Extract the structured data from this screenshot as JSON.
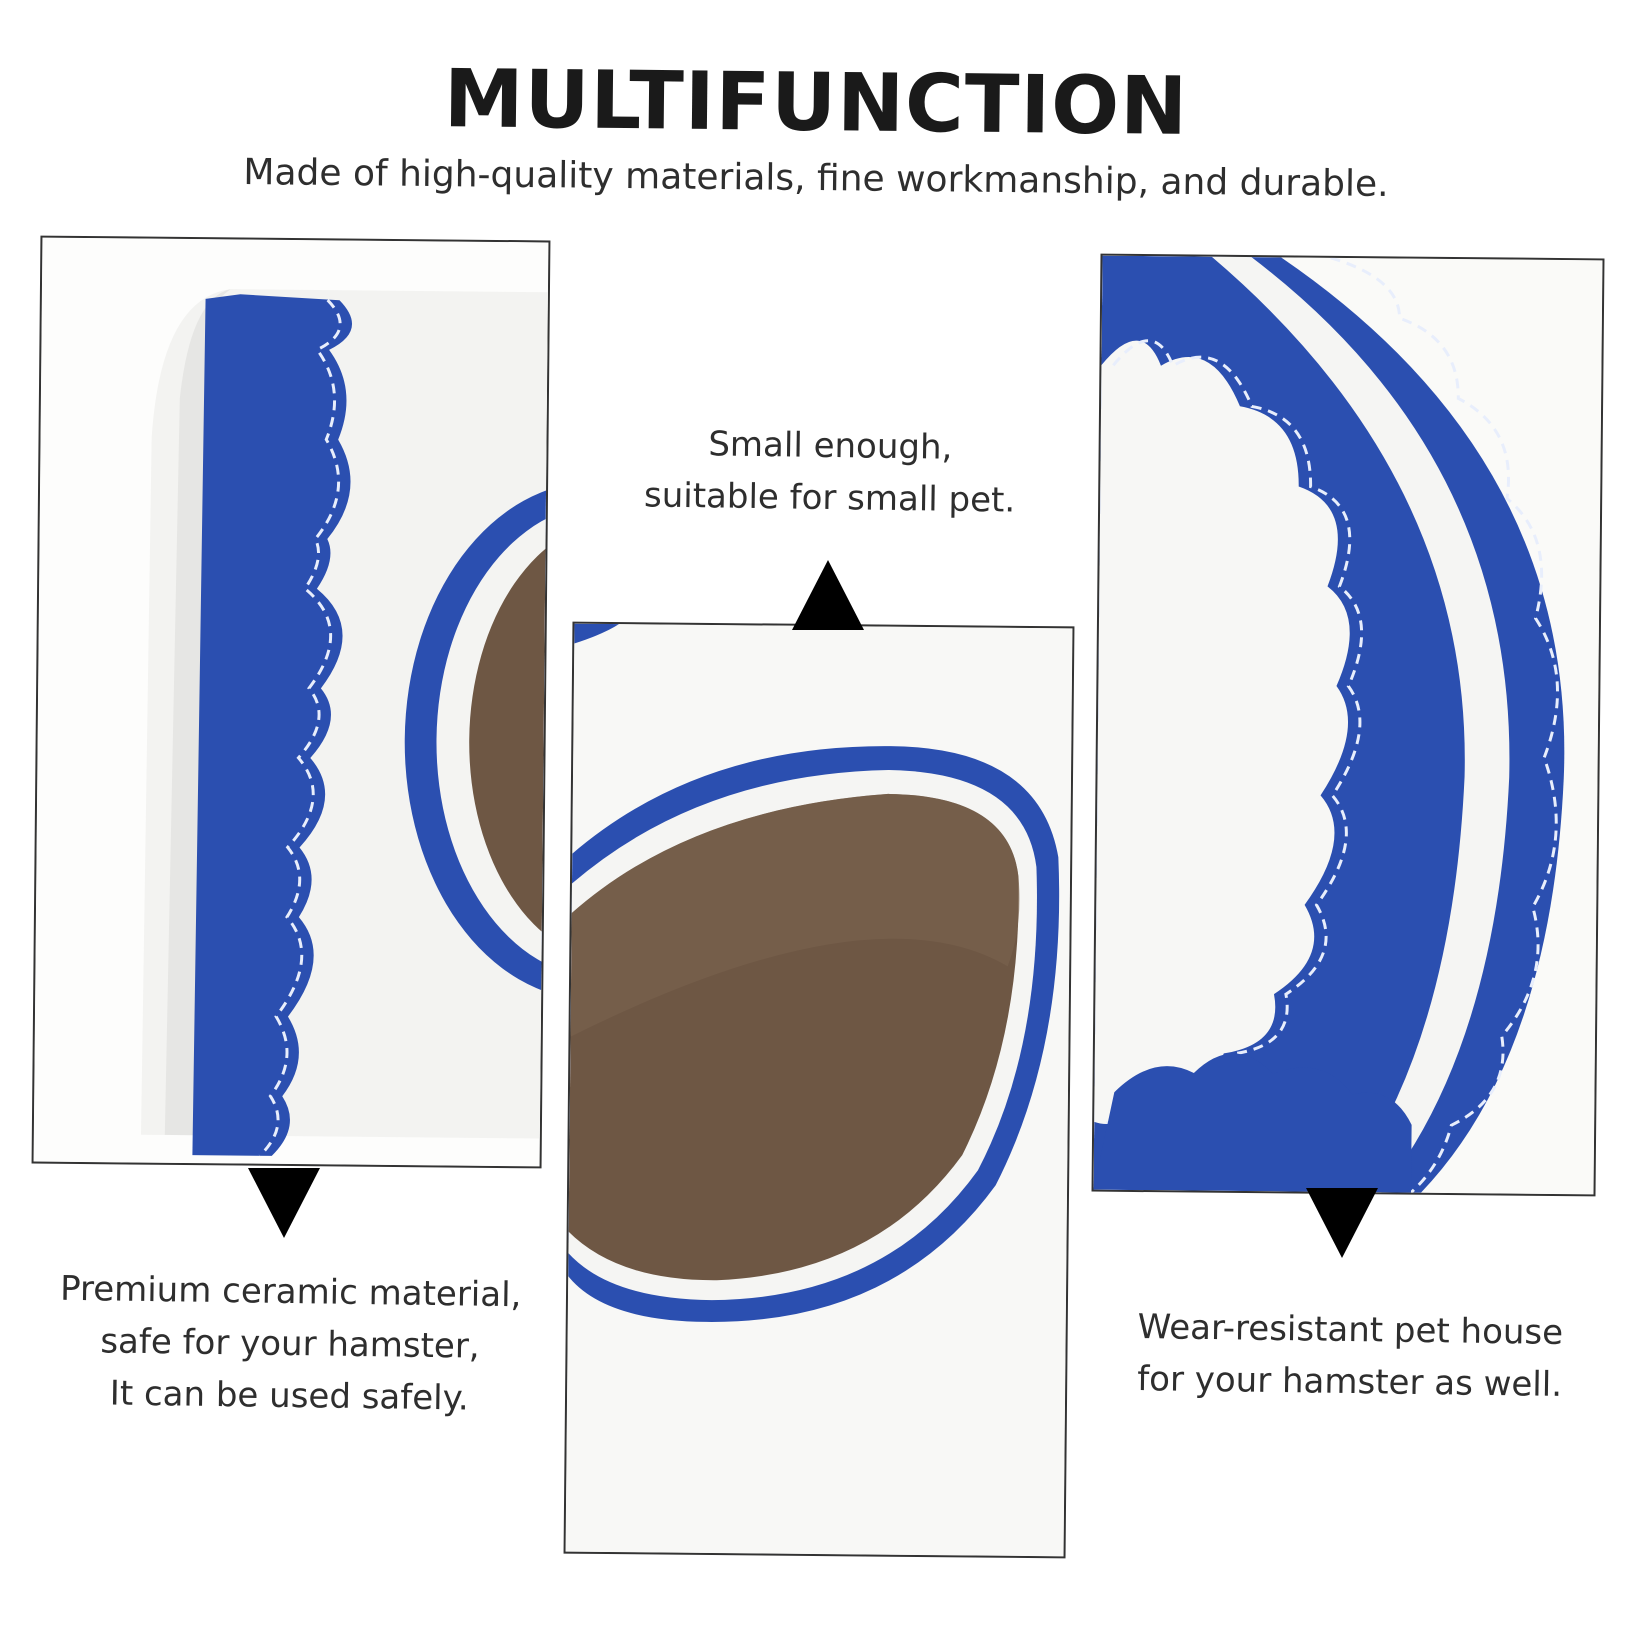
{
  "header": {
    "title": "MULTIFUNCTION",
    "subtitle": "Made of high-quality materials, fine workmanship, and durable."
  },
  "captions": {
    "left": [
      "Premium ceramic material,",
      "safe for your hamster,",
      "It can be used safely."
    ],
    "middle": [
      "Small enough,",
      "suitable for small pet."
    ],
    "right": [
      "Wear-resistant pet house",
      "for your hamster as well."
    ]
  },
  "colors": {
    "accent_blue": "#2b4fb0",
    "ceramic_white": "#f7f7f5",
    "interior_brown": "#6e5744",
    "pointer_black": "#000000"
  }
}
